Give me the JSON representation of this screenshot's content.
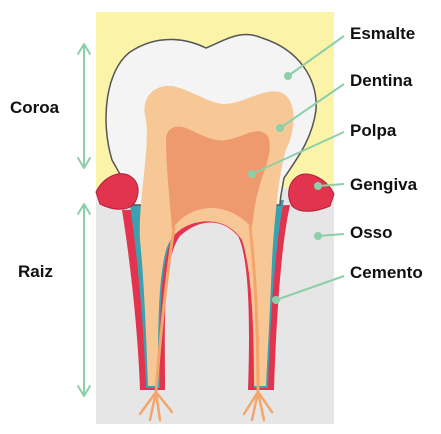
{
  "labels": {
    "esmalte": "Esmalte",
    "dentina": "Dentina",
    "polpa": "Polpa",
    "gengiva": "Gengiva",
    "osso": "Osso",
    "cemento": "Cemento",
    "coroa": "Coroa",
    "raiz": "Raiz"
  },
  "colors": {
    "crown_background": "#fbf4a8",
    "bone_background": "#e6e6e6",
    "enamel": "#f4f4f4",
    "dentin": "#f7c896",
    "pulp": "#ee9a6e",
    "gum": "#e2344e",
    "cementum": "#3ba0b0",
    "nerve": "#f4a56c",
    "pointer": "#8ccfa8",
    "arrow": "#8ccfa8"
  }
}
